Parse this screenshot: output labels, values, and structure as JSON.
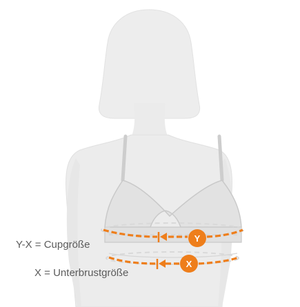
{
  "annotations": {
    "cup_formula": "Y-X = Cupgröße",
    "band_formula": "X = Unterbrustgröße"
  },
  "markers": {
    "bust_marker": "Y",
    "underbust_marker": "X"
  },
  "colors": {
    "figure_fill": "#eeeeee",
    "figure_outline": "#dedede",
    "bra_fill": "#e3e3e3",
    "bra_outline": "#c8c8c8",
    "measure_accent": "#ee7e1b",
    "label_text": "#5b5b5b"
  },
  "icons": {
    "body_figure": "female-torso-silhouette",
    "garment": "bra-outline",
    "measurement_arrow": "double-arrow-icon"
  }
}
